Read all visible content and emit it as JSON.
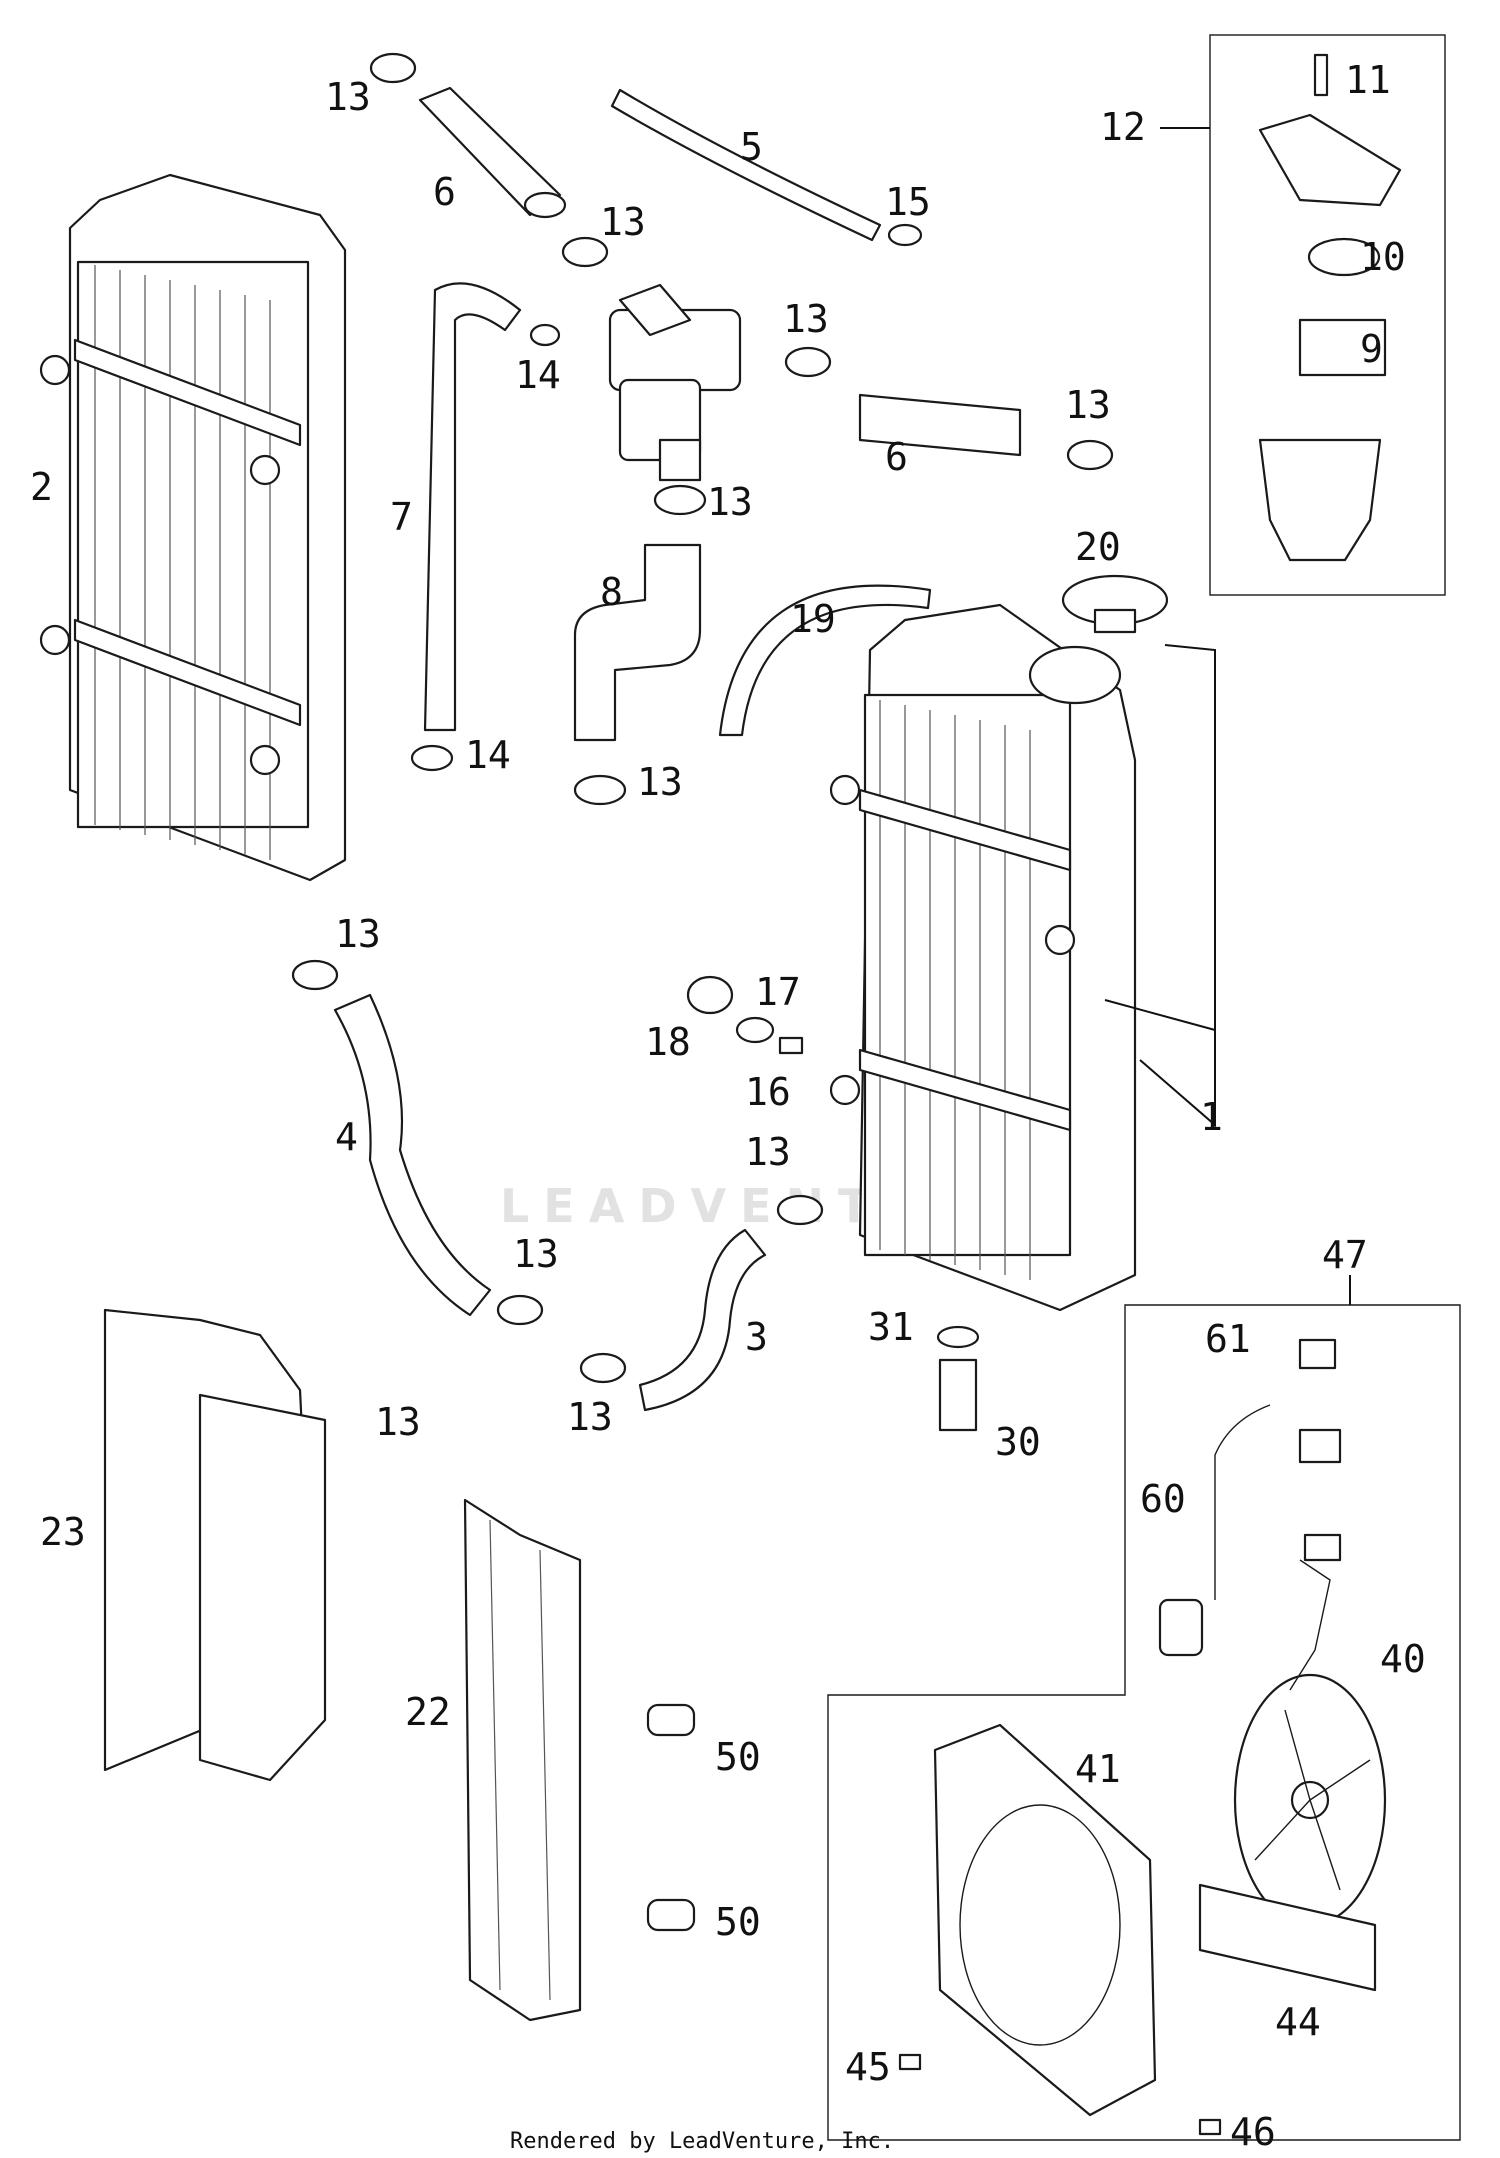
{
  "watermark": "LEADVENTU",
  "footer": "Rendered by LeadVenture, Inc.",
  "callouts": {
    "c1": "1",
    "c2": "2",
    "c3": "3",
    "c4": "4",
    "c5": "5",
    "c6a": "6",
    "c6b": "6",
    "c7": "7",
    "c8": "8",
    "c9": "9",
    "c10": "10",
    "c11": "11",
    "c12": "12",
    "c13a": "13",
    "c13b": "13",
    "c13c": "13",
    "c13d": "13",
    "c13e": "13",
    "c13f": "13",
    "c13g": "13",
    "c13h": "13",
    "c13i": "13",
    "c13j": "13",
    "c13k": "13",
    "c14a": "14",
    "c14b": "14",
    "c15": "15",
    "c16": "16",
    "c17": "17",
    "c18": "18",
    "c19": "19",
    "c20": "20",
    "c22": "22",
    "c23": "23",
    "c30": "30",
    "c31": "31",
    "c40": "40",
    "c41": "41",
    "c44": "44",
    "c45": "45",
    "c46": "46",
    "c47": "47",
    "c50a": "50",
    "c50b": "50",
    "c60": "60",
    "c61": "61"
  }
}
